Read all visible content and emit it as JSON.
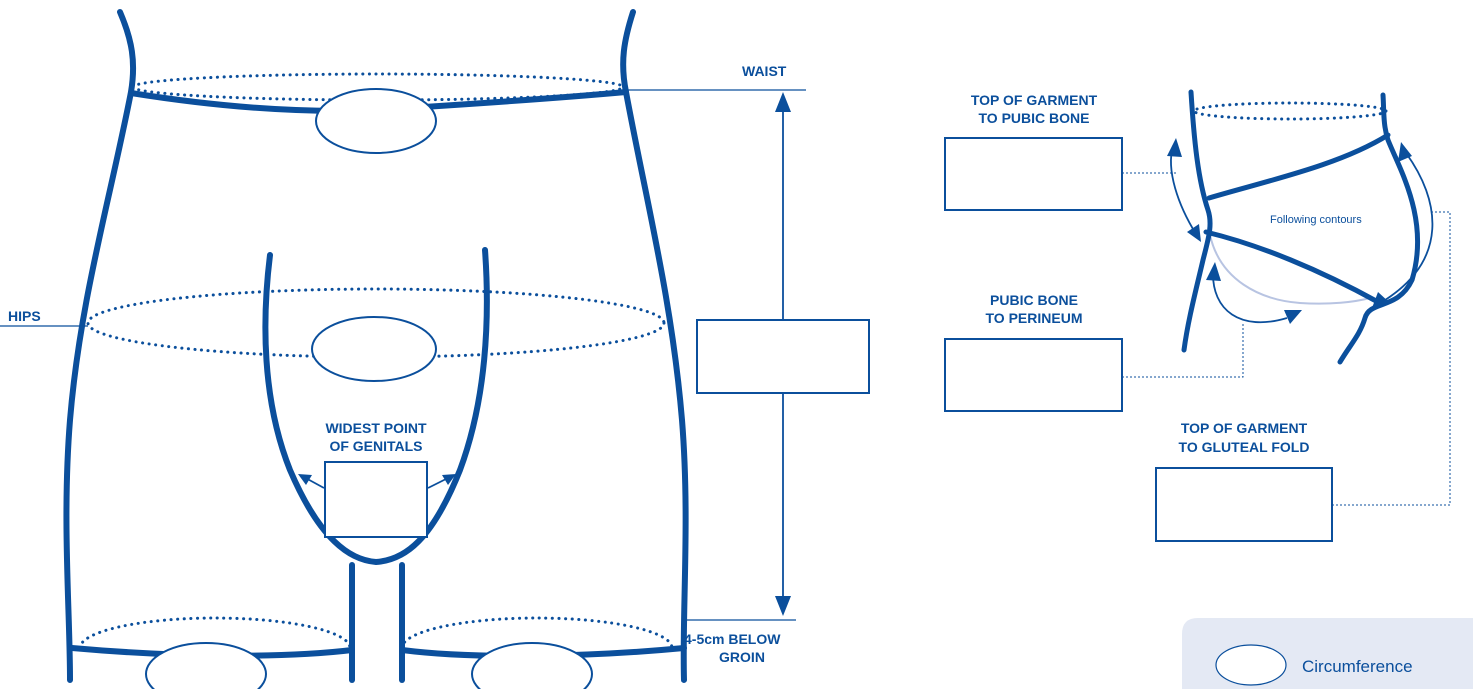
{
  "colors": {
    "primary": "#0b4f9c",
    "contour": "#b8c4e2",
    "legend_bg": "#e4e9f4",
    "box_fill": "#ffffff"
  },
  "front_view": {
    "waist_label": "WAIST",
    "hips_label": "HIPS",
    "genitals_label_line1": "WIDEST POINT",
    "genitals_label_line2": "OF GENITALS",
    "below_groin_label_line1": "4-5cm BELOW",
    "below_groin_label_line2": "GROIN"
  },
  "side_view": {
    "pubic_label_line1": "TOP OF GARMENT",
    "pubic_label_line2": "TO PUBIC BONE",
    "perineum_label_line1": "PUBIC BONE",
    "perineum_label_line2": "TO PERINEUM",
    "gluteal_label_line1": "TOP OF GARMENT",
    "gluteal_label_line2": "TO GLUTEAL FOLD",
    "contour_note": "Following contours"
  },
  "legend": {
    "circumference_label": "Circumference",
    "icon": "oval-outline-icon"
  }
}
